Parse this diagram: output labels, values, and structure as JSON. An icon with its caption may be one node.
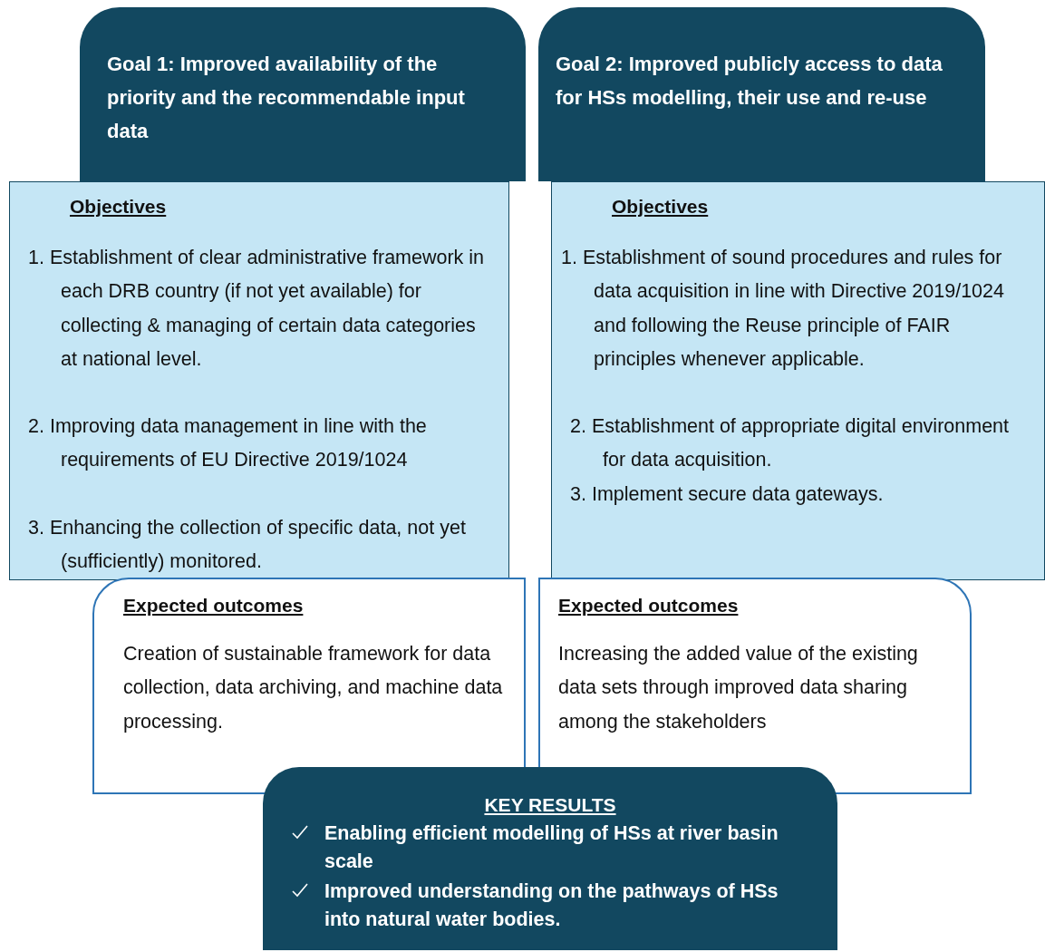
{
  "diagram": {
    "nodes": [
      {
        "text": [
          "Goal 1: Improved availability of the priority and the recommendable input data"
        ]
      },
      {
        "text": [
          "Goal 2: Improved publicly access to data for HSs modelling, their use and re-use"
        ]
      },
      {
        "text": [
          "Objectives",
          "1. Establishment of clear administrative framework in each DRB country (if not yet available) for collecting & managing of certain data categories at national level.",
          "2. Improving data management in line with the requirements of EU Directive 2019/1024",
          "3. Enhancing the collection of specific data, not yet (sufficiently) monitored."
        ]
      },
      {
        "text": [
          "Objectives",
          "1. Establishment of sound procedures and rules for data acquisition in line with Directive 2019/1024 and following the Reuse principle of FAIR principles whenever applicable.",
          "2. Establishment of appropriate digital environment for data acquisition.",
          "3. Implement secure data gateways."
        ]
      },
      {
        "text": [
          "Expected outcomes",
          "Creation of sustainable framework for data collection, data archiving, and machine data processing."
        ]
      },
      {
        "text": [
          "Expected outcomes",
          "Increasing the added value of the existing data sets through improved data sharing among the stakeholders"
        ]
      },
      {
        "text": [
          "KEY RESULTS",
          "Enabling efficient modelling of HSs at river basin scale",
          "Improved understanding on the pathways of HSs into natural water bodies."
        ]
      }
    ]
  }
}
